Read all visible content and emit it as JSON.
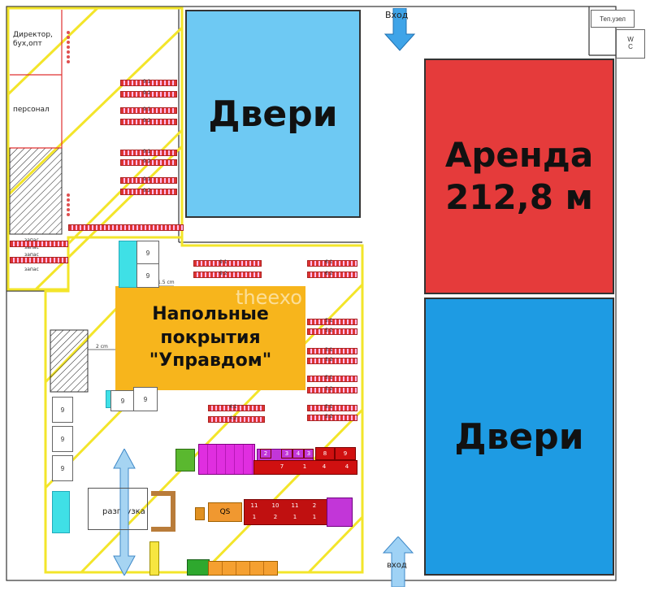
{
  "zones": {
    "doors_top": {
      "label": "Двери",
      "color": "#6ec9f3"
    },
    "rent": {
      "line1": "Аренда",
      "line2": "212,8 м",
      "color": "#e53b3b"
    },
    "doors_bottom": {
      "label": "Двери",
      "color": "#1e9be3"
    },
    "flooring": {
      "line1": "Напольные",
      "line2": "покрытия",
      "line3": "\"Управдом\"",
      "color": "#f7b51c"
    }
  },
  "rooms": {
    "director": "Директор, бух,опт",
    "staff": "персонал",
    "heat_node": "Теп.узел",
    "wc_line1": "W",
    "wc_line2": "C",
    "unloading": "разгрузка"
  },
  "entrances": {
    "top": "Вход",
    "bottom": "вход"
  },
  "dimensions": {
    "d1": "1.5 cm",
    "d2": "2 cm"
  },
  "reserve_labels": [
    "запас",
    "запас",
    "запас",
    "запас",
    "запас"
  ],
  "rack_labels_left": [
    "9.1",
    "9.2",
    "9.1",
    "9.2",
    "9.1",
    "9.2",
    "9.1",
    "9.2"
  ],
  "rack_labels_mid": [
    "9.1",
    "9.2"
  ],
  "rack_labels_right": [
    "6.1",
    "6.2",
    "5.1",
    "5.2",
    "3.1",
    "3.2",
    "5.1",
    "5.2",
    "5.1",
    "5.2"
  ],
  "rack_labels_low": [
    "4.1",
    "4.2"
  ],
  "shelf_nines": [
    "9",
    "9",
    "9",
    "9",
    "9",
    "9",
    "9"
  ],
  "cells_row1": [
    "2",
    "3",
    "4",
    "3",
    "8",
    "9"
  ],
  "cells_row2": [
    "7",
    "1",
    "4",
    "4"
  ],
  "cells_row3": [
    "11",
    "10",
    "11",
    "2"
  ],
  "cells_row4": [
    "1",
    "2",
    "1",
    "1"
  ],
  "qs_label": "QS",
  "watermark": "theexo"
}
